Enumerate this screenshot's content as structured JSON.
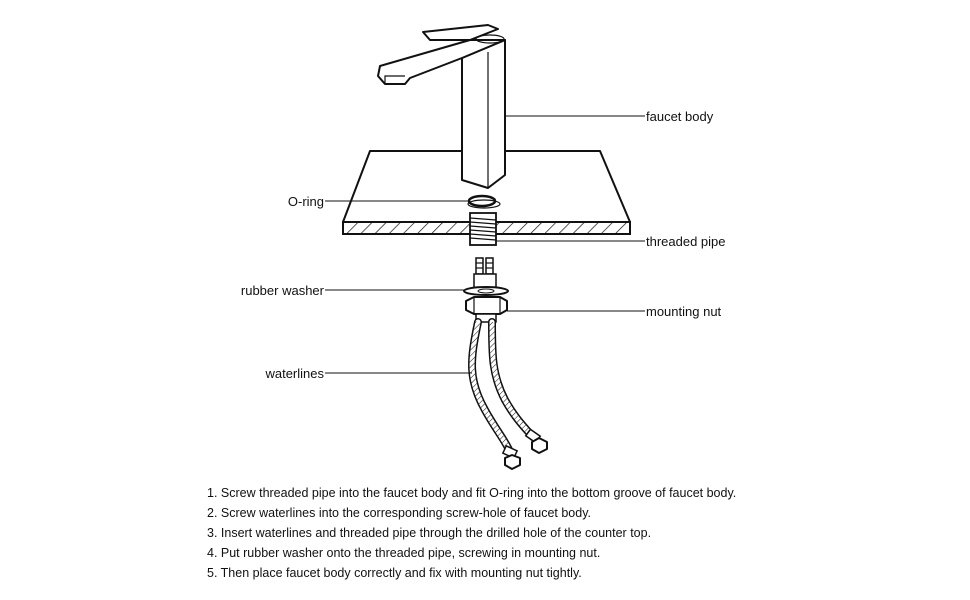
{
  "labels": {
    "faucet_body": "faucet body",
    "o_ring": "O-ring",
    "threaded_pipe": "threaded pipe",
    "rubber_washer": "rubber washer",
    "mounting_nut": "mounting nut",
    "waterlines": "waterlines"
  },
  "steps": [
    "1. Screw threaded pipe into the faucet body and fit O-ring into the bottom groove of faucet body.",
    "2. Screw waterlines into the corresponding screw-hole of faucet body.",
    "3. Insert waterlines and threaded pipe through the drilled hole of the counter top.",
    "4. Put rubber washer onto the threaded pipe, screwing in mounting nut.",
    "5. Then place faucet body correctly and fix with mounting nut tightly."
  ]
}
